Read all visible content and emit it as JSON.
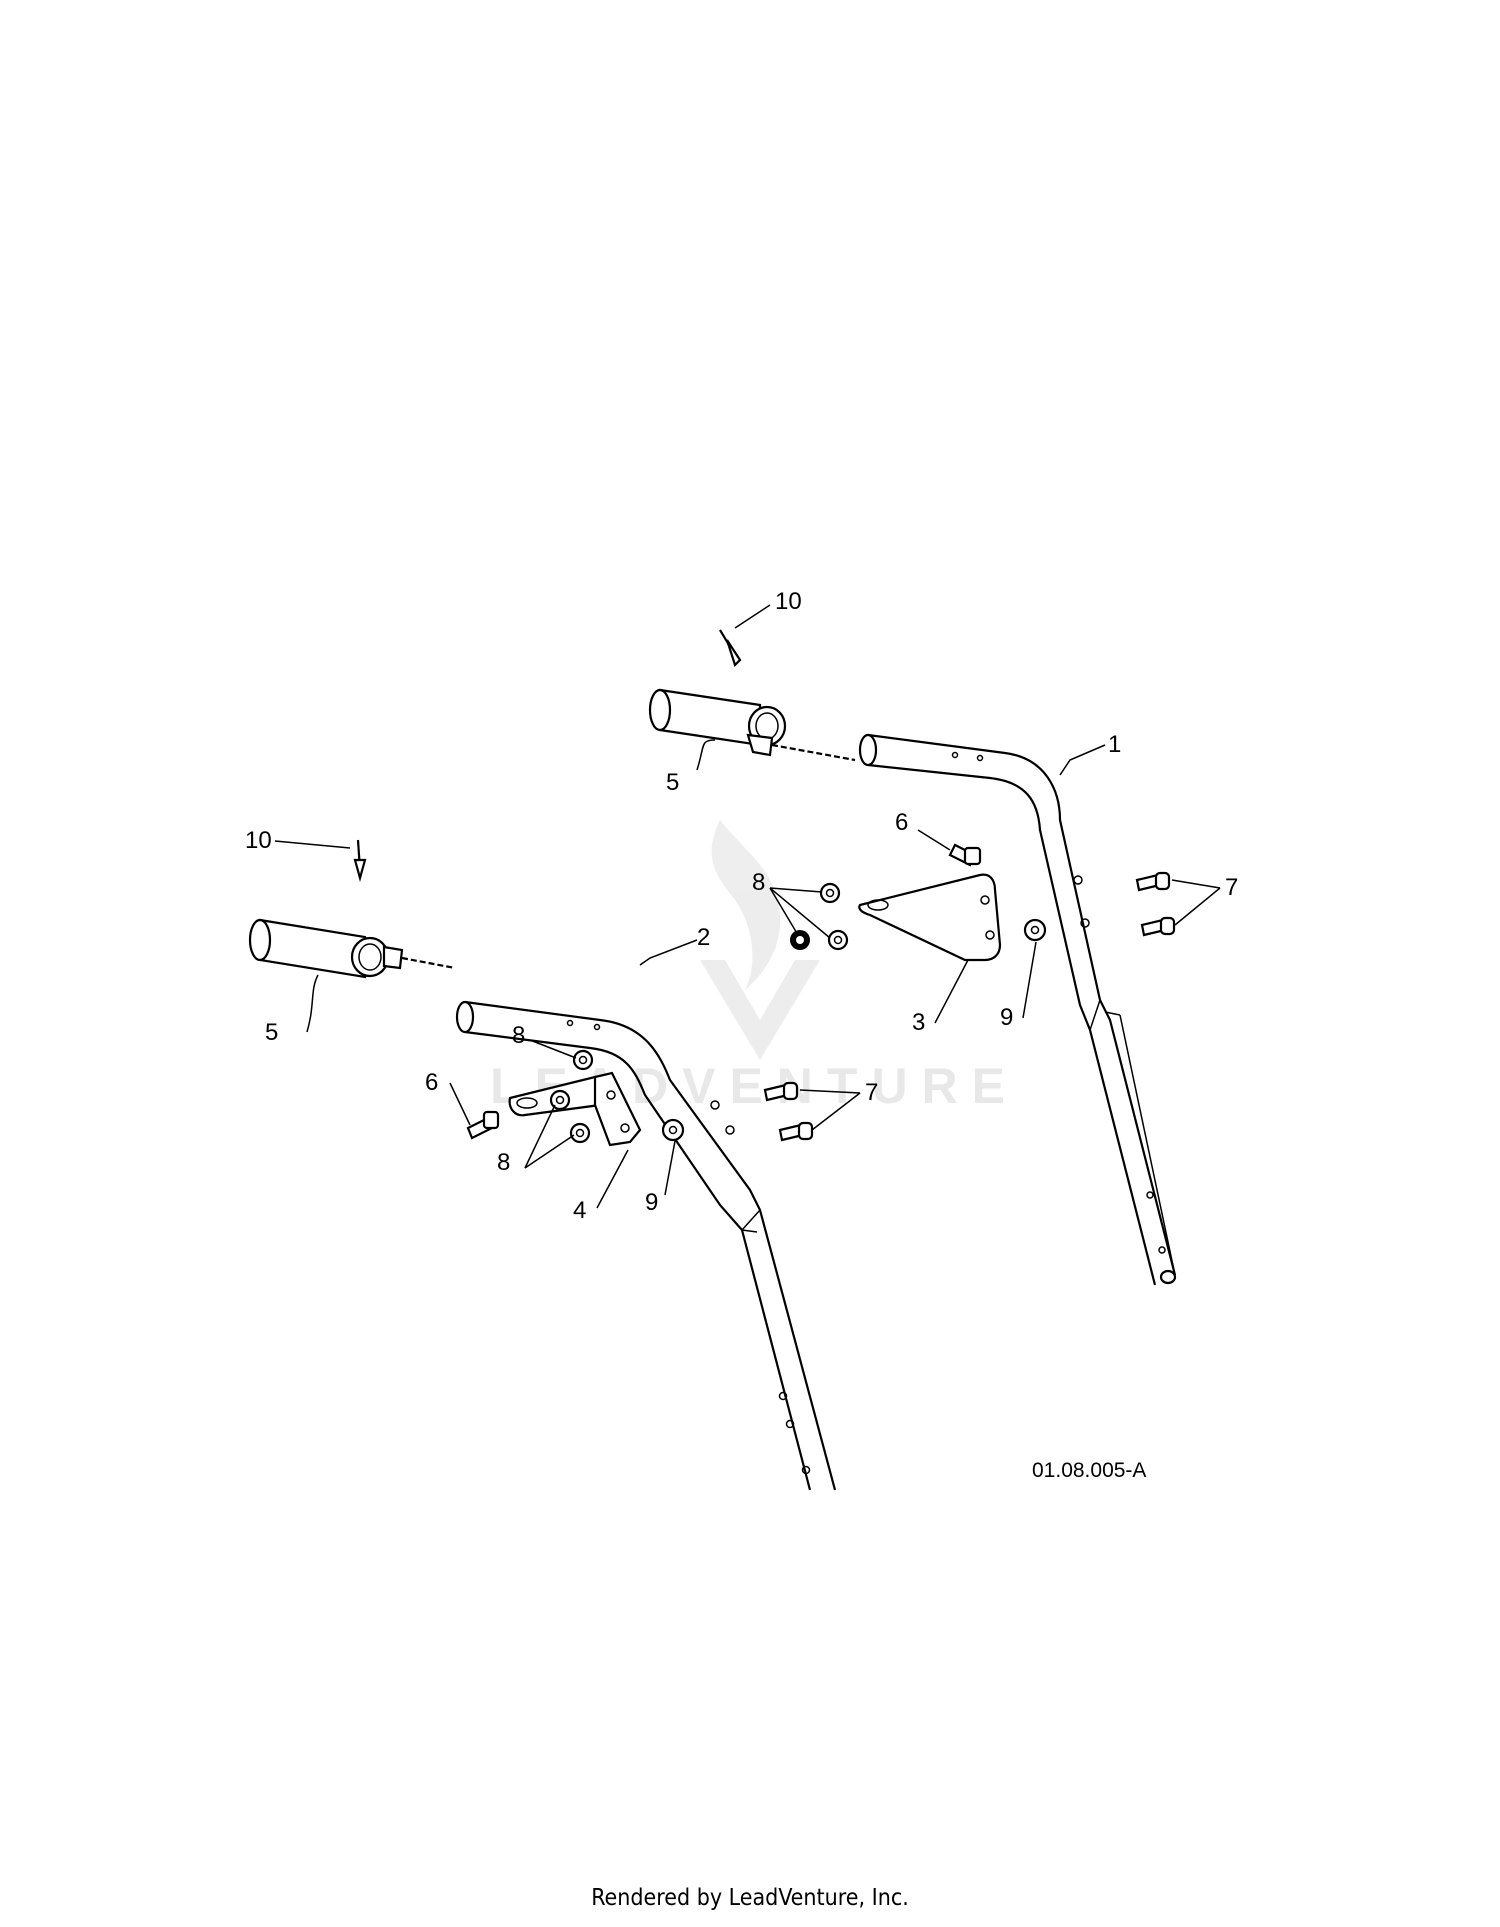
{
  "diagram": {
    "callouts": {
      "part_1": "1",
      "part_2": "2",
      "part_3": "3",
      "part_4": "4",
      "part_5_upper": "5",
      "part_5_lower": "5",
      "part_6_upper": "6",
      "part_6_lower": "6",
      "part_7_upper": "7",
      "part_7_lower": "7",
      "part_8_upper": "8",
      "part_8_lower_a": "8",
      "part_8_lower_b": "8",
      "part_9_upper": "9",
      "part_9_lower": "9",
      "part_10_upper": "10",
      "part_10_lower": "10"
    },
    "figure_code": "01.08.005-A",
    "watermark": "LEADVENTURE"
  },
  "footer": {
    "text": "Rendered by LeadVenture, Inc."
  }
}
